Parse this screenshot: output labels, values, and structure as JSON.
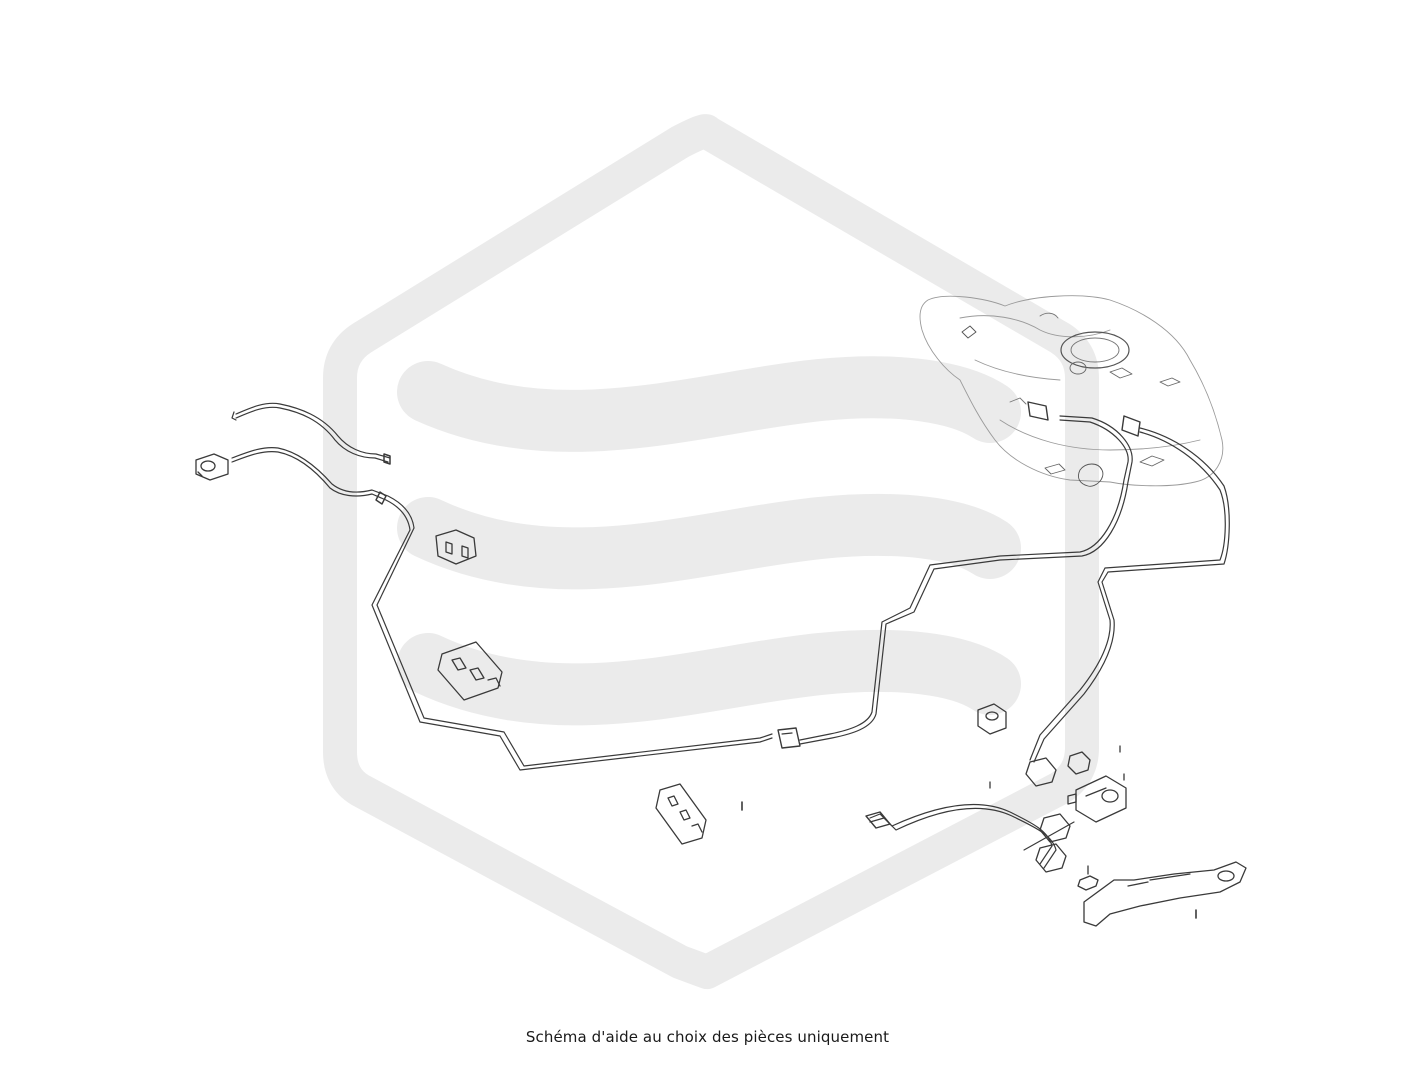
{
  "watermark": {
    "icon": "hexagon-wave-logo",
    "color": "#ebebeb"
  },
  "diagram": {
    "line_color": "#3a3a3a",
    "parts": [
      "fuel-tank",
      "fuel-line-upper",
      "fuel-line-lower",
      "hose-clip",
      "pipe-clip-left",
      "pipe-clip-left-large",
      "pipe-clip-center",
      "grommet",
      "quick-connector",
      "fuel-filter",
      "mounting-bracket"
    ]
  },
  "caption": "Schéma d'aide au choix des pièces uniquement"
}
